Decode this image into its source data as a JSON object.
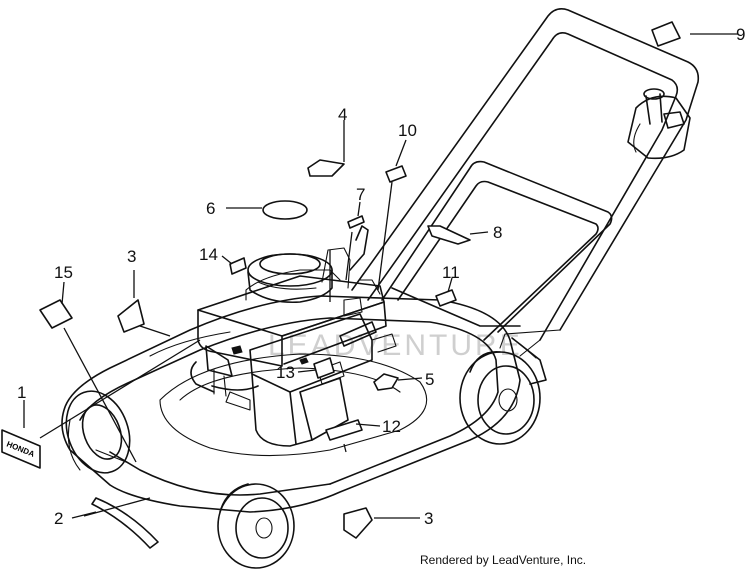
{
  "callouts": [
    {
      "id": "1",
      "text": "1"
    },
    {
      "id": "2",
      "text": "2"
    },
    {
      "id": "3a",
      "text": "3"
    },
    {
      "id": "3b",
      "text": "3"
    },
    {
      "id": "4",
      "text": "4"
    },
    {
      "id": "5",
      "text": "5"
    },
    {
      "id": "6",
      "text": "6"
    },
    {
      "id": "7",
      "text": "7"
    },
    {
      "id": "8",
      "text": "8"
    },
    {
      "id": "9",
      "text": "9"
    },
    {
      "id": "10",
      "text": "10"
    },
    {
      "id": "11",
      "text": "11"
    },
    {
      "id": "12",
      "text": "12"
    },
    {
      "id": "13",
      "text": "13"
    },
    {
      "id": "14",
      "text": "14"
    },
    {
      "id": "15",
      "text": "15"
    }
  ],
  "decal_text": "HONDA",
  "watermark": "LEADVENTURE",
  "footer": "Rendered by LeadVenture, Inc."
}
